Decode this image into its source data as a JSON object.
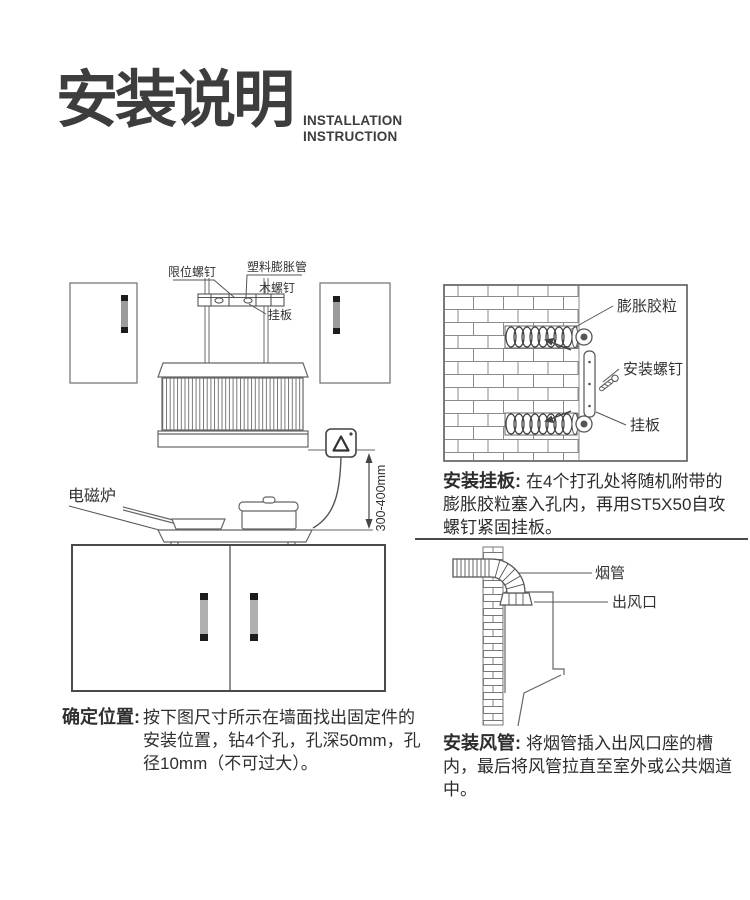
{
  "title": {
    "cn": "安装说明",
    "en_line1": "INSTALLATION",
    "en_line2": "INSTRUCTION"
  },
  "colors": {
    "ink": "#3d3d3d",
    "line": "#6e6e6e",
    "divider": "#4a4a4a"
  },
  "hood_diagram": {
    "limit_screw": "限位螺钉",
    "plastic_anchor": "塑料膨胀管",
    "wood_screw": "木螺钉",
    "hang_plate": "挂板",
    "induction_cooker": "电磁炉",
    "height_range": "300-400mm"
  },
  "wall_diagram": {
    "expansion_plug": "膨胀胶粒",
    "mounting_screw": "安装螺钉",
    "hang_plate": "挂板"
  },
  "duct_diagram": {
    "smoke_pipe": "烟管",
    "air_outlet": "出风口"
  },
  "sections": {
    "hang_plate": {
      "heading": "安装挂板:",
      "body": "在4个打孔处将随机附带的膨胀胶粒塞入孔内，再用ST5X50自攻螺钉紧固挂板。"
    },
    "position": {
      "heading": "确定位置:",
      "body": "按下图尺寸所示在墙面找出固定件的安装位置，钻4个孔，孔深50mm，孔径10mm（不可过大）。"
    },
    "duct": {
      "heading": "安装风管:",
      "body": "将烟管插入出风口座的槽内，最后将风管拉直至室外或公共烟道中。"
    }
  }
}
